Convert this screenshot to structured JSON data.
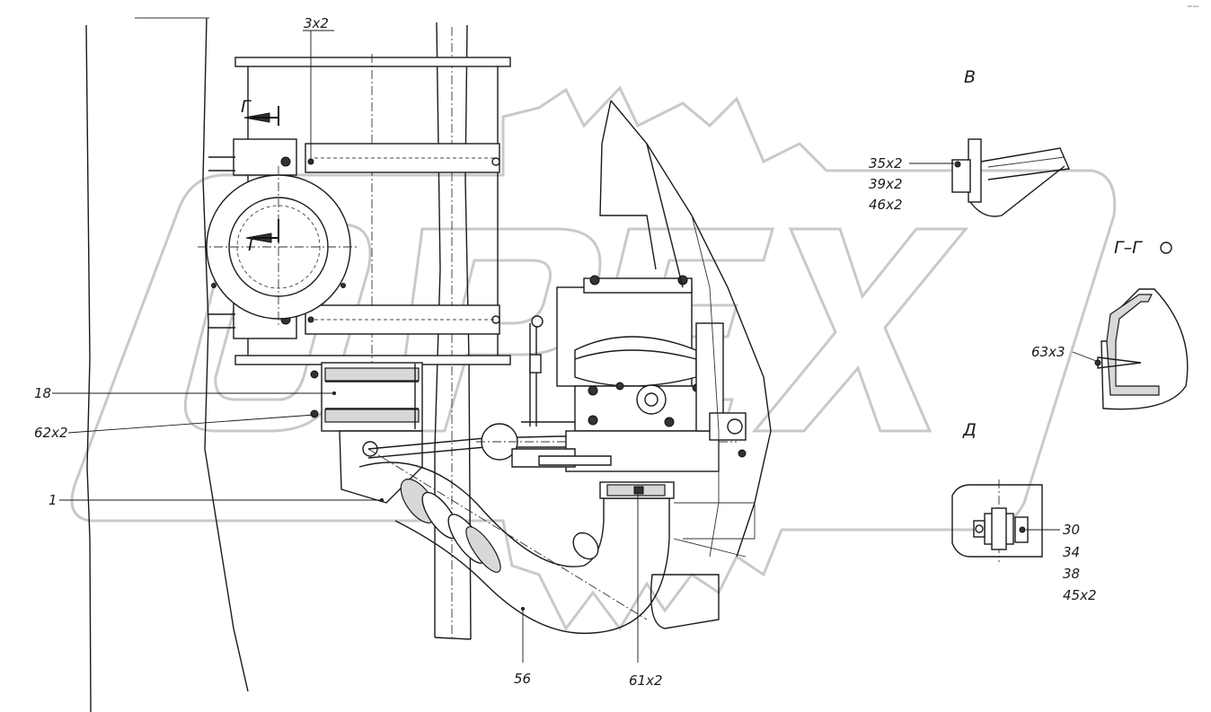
{
  "corner_mark": "ᵏᴳ ᵇᵒᵒ",
  "callouts": {
    "c_3x2": "3х2",
    "c_18": "18",
    "c_62x2": "62х2",
    "c_1": "1",
    "c_56": "56",
    "c_61x2": "61х2"
  },
  "view_b": {
    "title": "В",
    "parts": [
      "35х2",
      "39х2",
      "46х2"
    ]
  },
  "section_gg": {
    "title": "Г–Г",
    "rotation_symbol": "○",
    "part": "63х3"
  },
  "view_d": {
    "title": "Д",
    "parts": [
      "30",
      "34",
      "38",
      "45х2"
    ]
  },
  "section_marks": {
    "upper": "Г",
    "lower": "Г"
  },
  "watermark": "OPEX"
}
